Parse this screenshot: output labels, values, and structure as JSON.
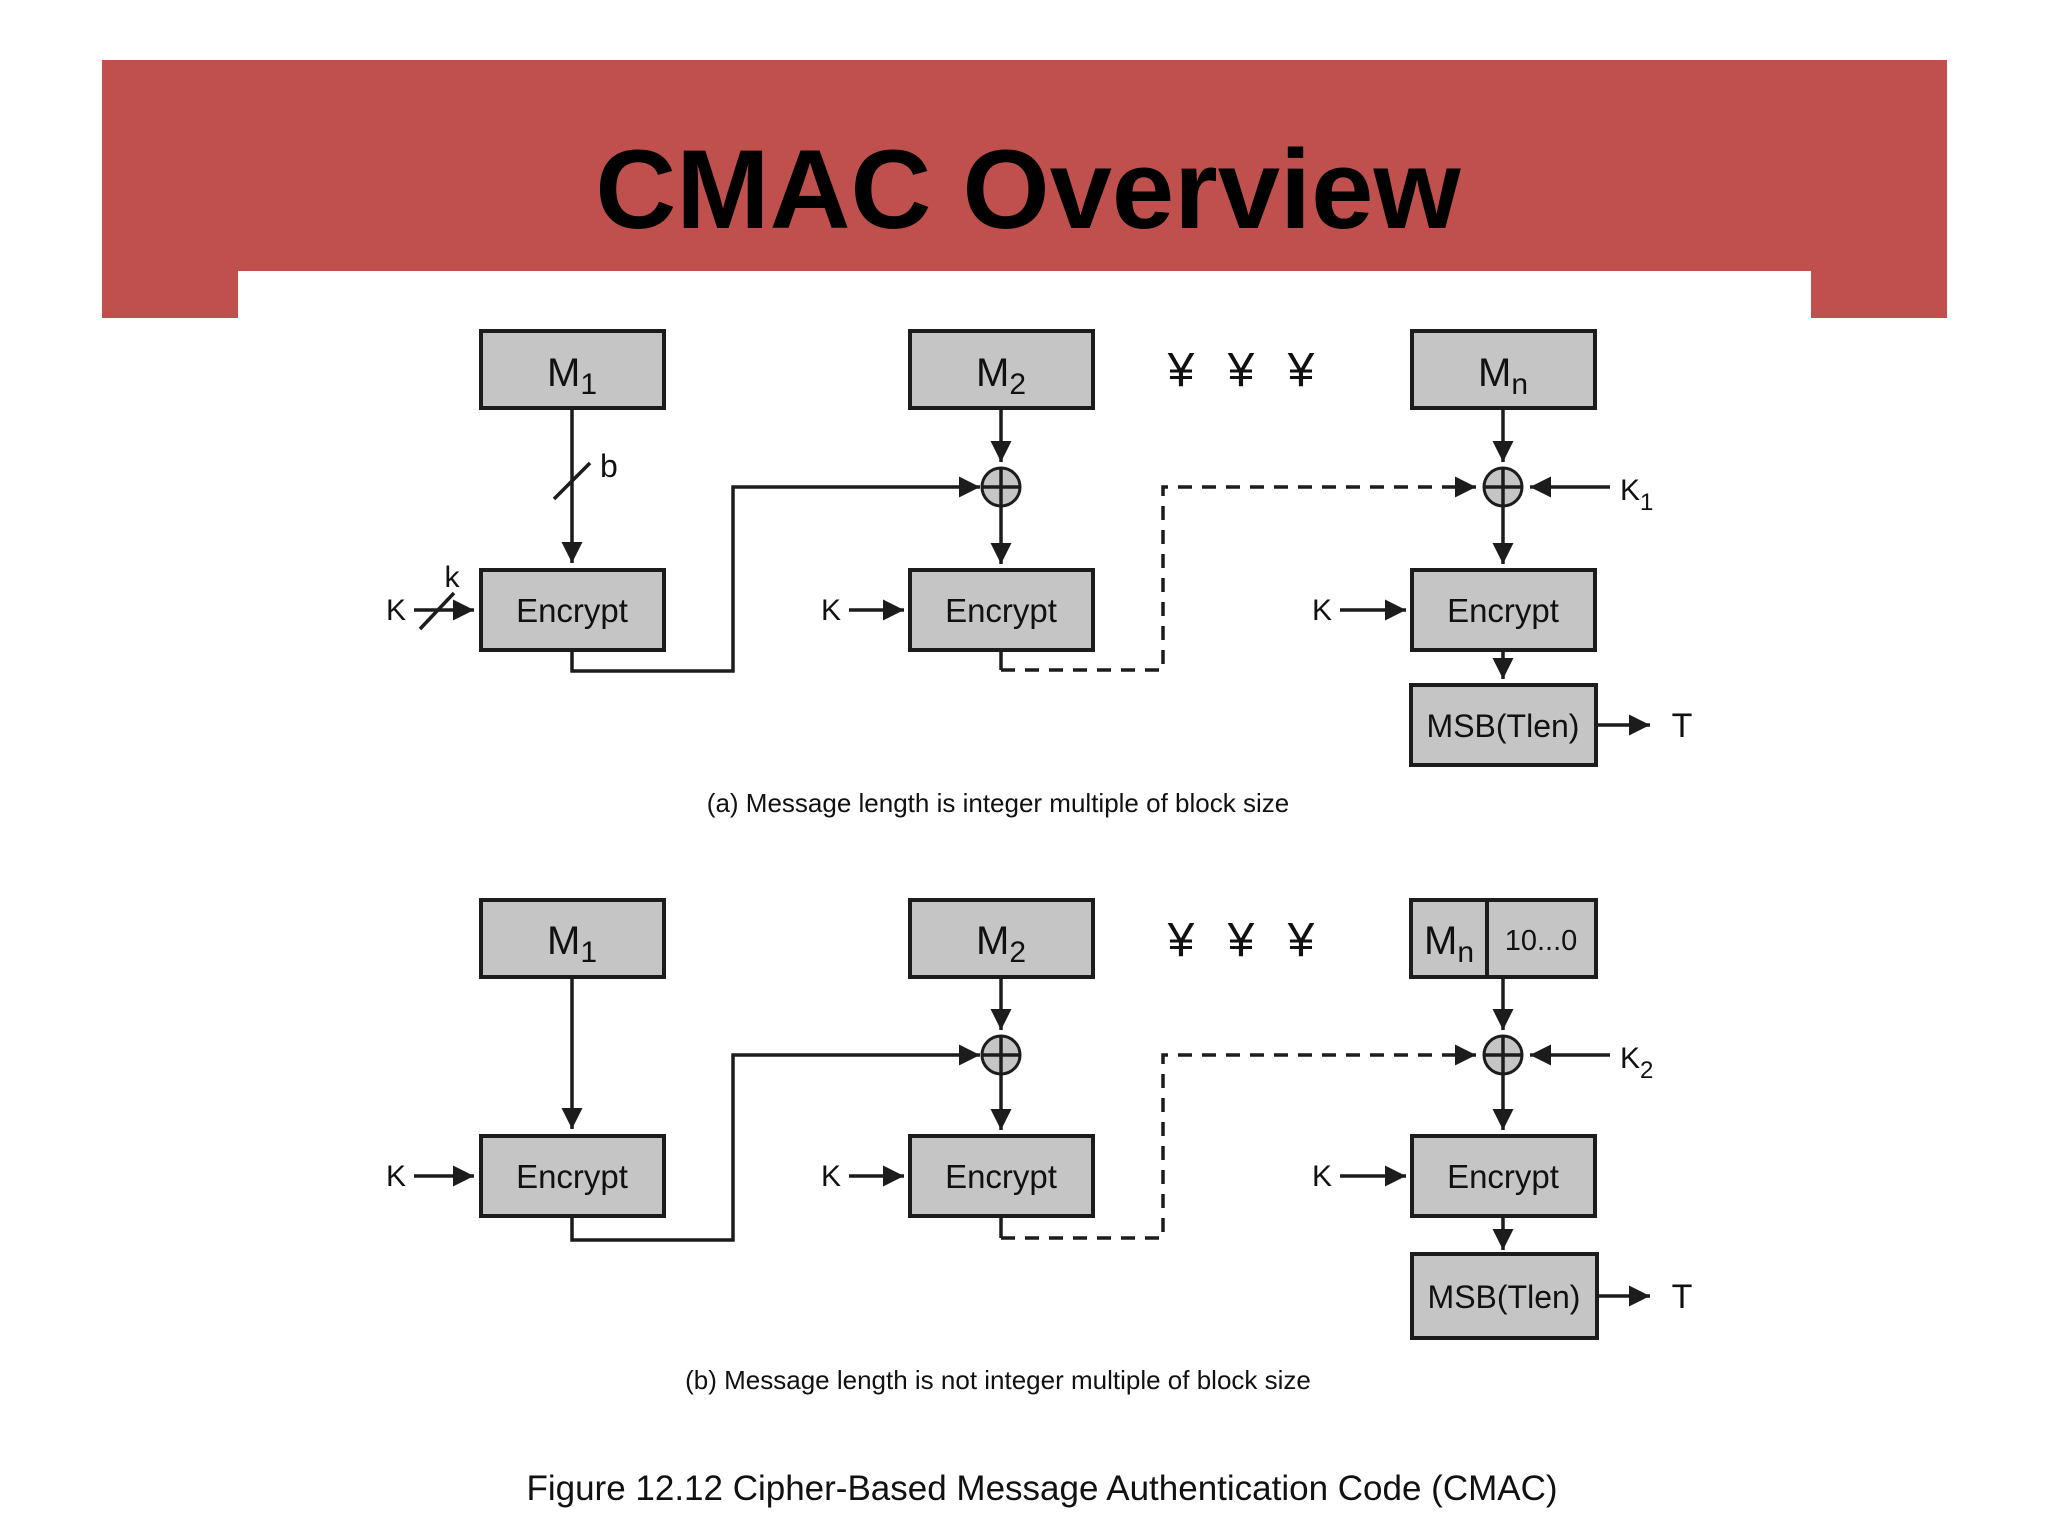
{
  "slide_title": "CMAC Overview",
  "colors": {
    "banner": "#c0504d",
    "box_fill": "#c5c5c5",
    "box_stroke": "#1c1c1c",
    "line": "#1c1c1c",
    "text": "#000000",
    "bg": "#ffffff"
  },
  "shared": {
    "encrypt": "Encrypt",
    "msb": "MSB(Tlen)",
    "key": "K",
    "tag": "T",
    "ellipsis": "¥ ¥ ¥",
    "m_base": "M"
  },
  "diagram_a": {
    "caption": "(a) Message length is integer multiple of block size",
    "m1_sub": "1",
    "m2_sub": "2",
    "mn_sub": "n",
    "b_width_label": "b",
    "k_width_label": "k",
    "k1_base": "K",
    "k1_sub": "1"
  },
  "diagram_b": {
    "caption": "(b) Message length is not integer multiple of block size",
    "m1_sub": "1",
    "m2_sub": "2",
    "mn_sub": "n",
    "pad_label": "10...0",
    "k2_base": "K",
    "k2_sub": "2"
  },
  "figure_caption": "Figure 12.12  Cipher-Based Message Authentication Code (CMAC)"
}
